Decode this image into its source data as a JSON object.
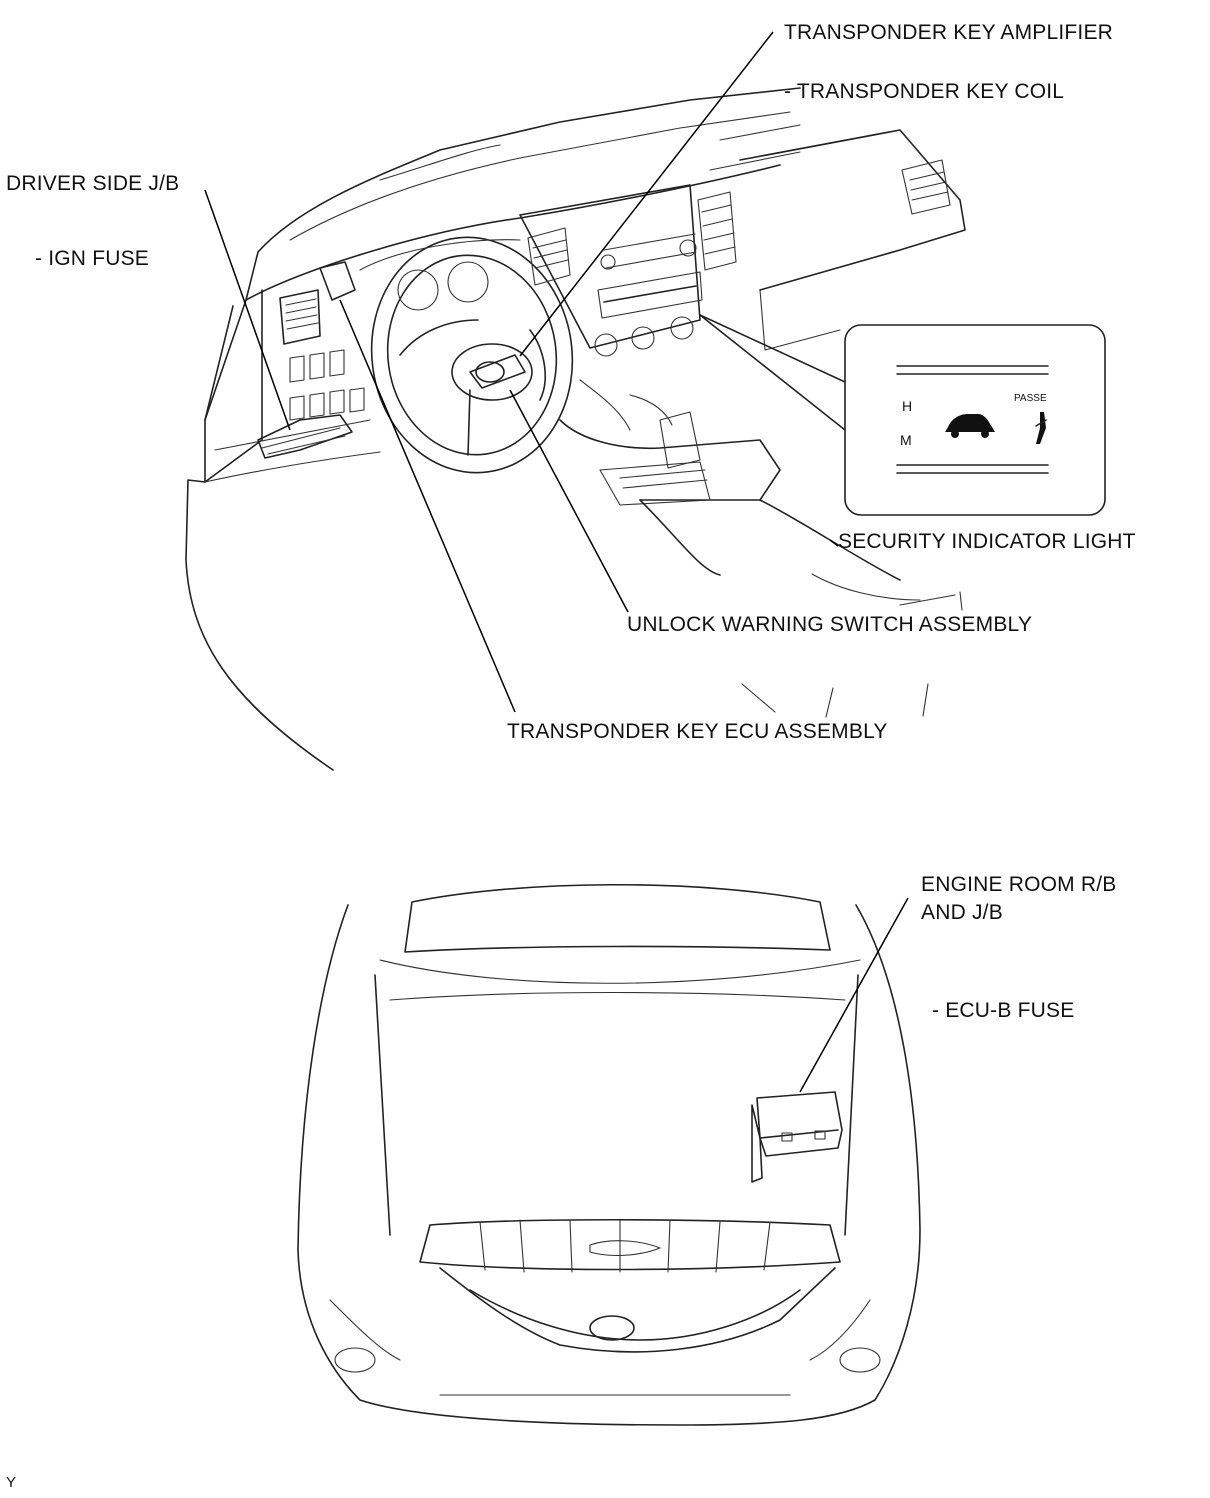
{
  "labels": {
    "transponder_key_amplifier": "TRANSPONDER KEY AMPLIFIER",
    "transponder_key_coil": "- TRANSPONDER KEY COIL",
    "driver_side_jb": "DRIVER SIDE J/B",
    "ign_fuse": "- IGN FUSE",
    "security_indicator_light": "SECURITY INDICATOR LIGHT",
    "unlock_warning_switch_assembly": "UNLOCK WARNING SWITCH ASSEMBLY",
    "transponder_key_ecu_assembly": "TRANSPONDER KEY ECU ASSEMBLY",
    "engine_room_rb_line1": "ENGINE ROOM R/B",
    "engine_room_rb_line2": "AND J/B",
    "ecu_b_fuse": "- ECU-B FUSE"
  },
  "inset": {
    "h_label": "H",
    "m_label": "M",
    "passenger_partial": "PASSE"
  },
  "corner_mark": "Y"
}
